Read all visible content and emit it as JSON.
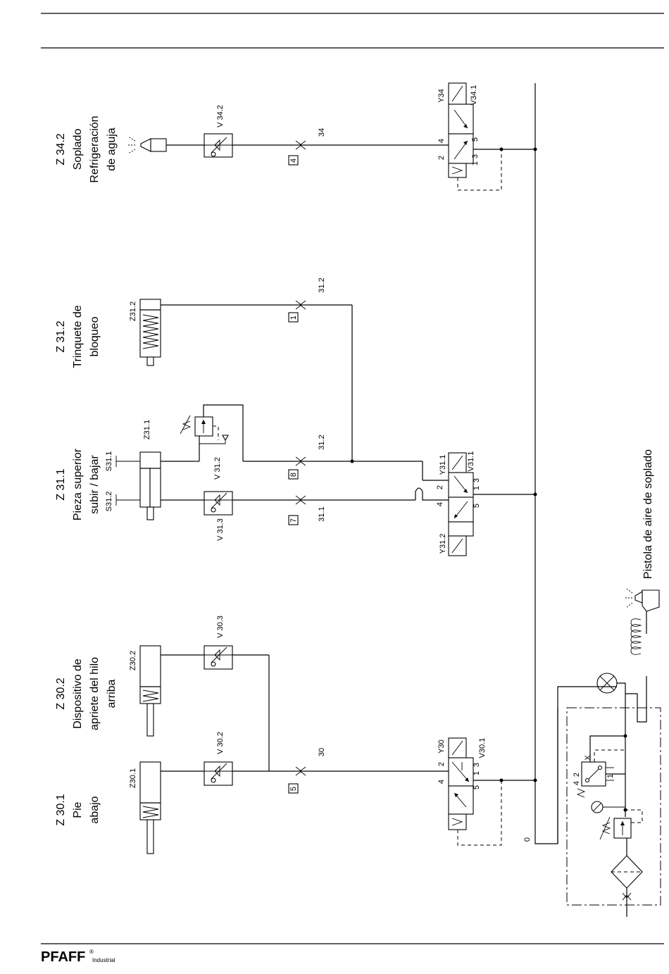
{
  "labels": {
    "z30_1": {
      "code": "Z 30.1",
      "line1": "Pie",
      "line2": "abajo"
    },
    "z30_2": {
      "code": "Z 30.2",
      "line1": "Dispositivo de",
      "line2": "apriete del hilo",
      "line3": "arriba"
    },
    "z31_1": {
      "code": "Z 31.1",
      "line1": "Pieza superior",
      "line2": "subir / bajar"
    },
    "z31_2": {
      "code": "Z 31.2",
      "line1": "Trinquete de",
      "line2": "bloqueo"
    },
    "z34_2": {
      "code": "Z 34.2",
      "line1": "Soplado",
      "line2": "Refrigeración",
      "line3": "de aguja"
    },
    "air_gun": "Pistola de aire de soplado"
  },
  "components": {
    "z30_1": "Z30.1",
    "z30_2": "Z30.2",
    "z31_1": "Z31.1",
    "z31_2": "Z31.2",
    "s31_1": "S31.1",
    "s31_2": "S31.2",
    "v30_2": "V 30.2",
    "v30_3": "V 30.3",
    "v31_2": "V 31.2",
    "v31_3": "V 31.3",
    "v34_2": "V 34.2",
    "y30": "Y30",
    "v30_1": "V30.1",
    "y31_1": "Y31.1",
    "v31_1": "V31.1",
    "y31_2": "Y31.2",
    "y34": "Y34",
    "v34_1": "V34.1"
  },
  "lines": {
    "l30": "30",
    "l31_1": "31.1",
    "l31_2a": "31.2",
    "l31_2b": "31.2",
    "l34": "34",
    "l0": "0"
  },
  "connectors": {
    "c5": "5",
    "c7": "7",
    "c8": "8",
    "c1": "1",
    "c4": "4"
  },
  "ports": {
    "p30_4": "4",
    "p30_2": "2",
    "p30_5": "5",
    "p30_1": "1",
    "p30_3": "3",
    "p31_4": "4",
    "p31_2": "2",
    "p31_5": "5",
    "p31_1": "1",
    "p31_3": "3",
    "p34_4": "4",
    "p34_2": "2",
    "p34_5": "5",
    "p34_3": "3",
    "p34_1": "1",
    "m_4": "4",
    "m_2": "2",
    "m_1": "1",
    "m_x": "X"
  },
  "footer": {
    "brand": "PFAFF",
    "reg": "®",
    "sub": "Industrial"
  }
}
